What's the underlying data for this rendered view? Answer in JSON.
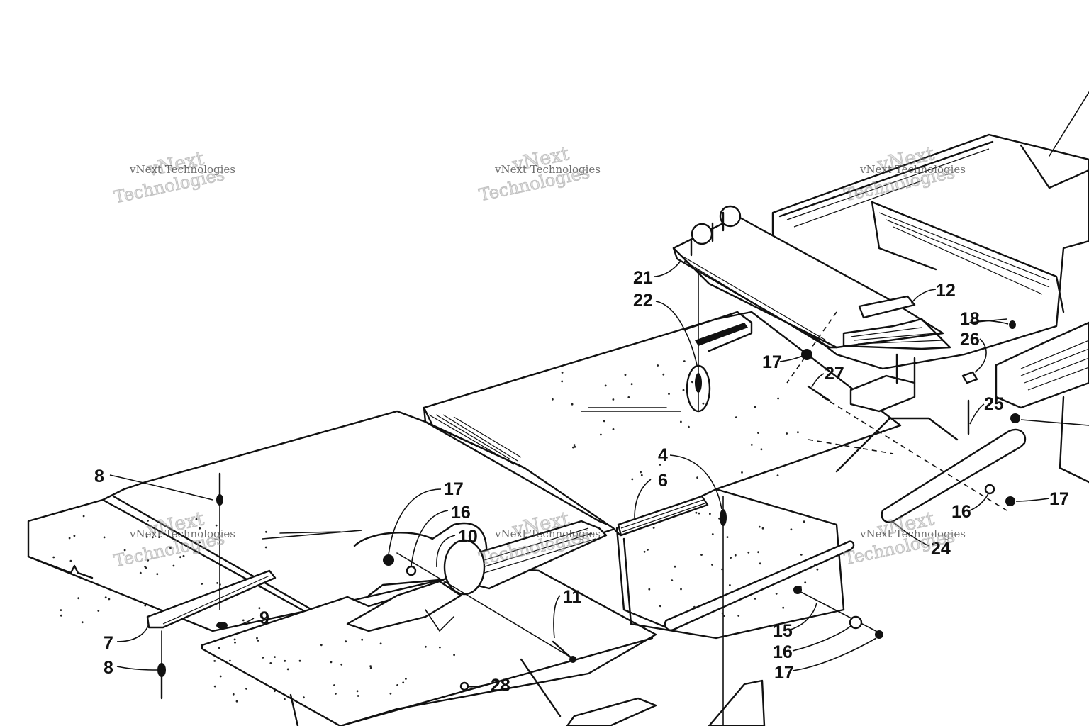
{
  "watermark": {
    "line1": "vNext",
    "line2": "vNext Technologies",
    "line3": "Technologies"
  },
  "callouts": [
    {
      "id": "c-8a",
      "text": "8"
    },
    {
      "id": "c-7",
      "text": "7"
    },
    {
      "id": "c-8b",
      "text": "8"
    },
    {
      "id": "c-9",
      "text": "9"
    },
    {
      "id": "c-17a",
      "text": "17"
    },
    {
      "id": "c-16a",
      "text": "16"
    },
    {
      "id": "c-10",
      "text": "10"
    },
    {
      "id": "c-11",
      "text": "11"
    },
    {
      "id": "c-28",
      "text": "28"
    },
    {
      "id": "c-6",
      "text": "6"
    },
    {
      "id": "c-4",
      "text": "4"
    },
    {
      "id": "c-21",
      "text": "21"
    },
    {
      "id": "c-22",
      "text": "22"
    },
    {
      "id": "c-12",
      "text": "12"
    },
    {
      "id": "c-17b",
      "text": "17"
    },
    {
      "id": "c-27",
      "text": "27"
    },
    {
      "id": "c-18",
      "text": "18"
    },
    {
      "id": "c-26",
      "text": "26"
    },
    {
      "id": "c-25",
      "text": "25"
    },
    {
      "id": "c-16b",
      "text": "16"
    },
    {
      "id": "c-17c",
      "text": "17"
    },
    {
      "id": "c-24",
      "text": "24"
    },
    {
      "id": "c-15",
      "text": "15"
    },
    {
      "id": "c-16c",
      "text": "16"
    },
    {
      "id": "c-17d",
      "text": "17"
    }
  ],
  "colors": {
    "ink": "#111111",
    "paper": "#ffffff",
    "watermark": "#9a9a9a"
  }
}
